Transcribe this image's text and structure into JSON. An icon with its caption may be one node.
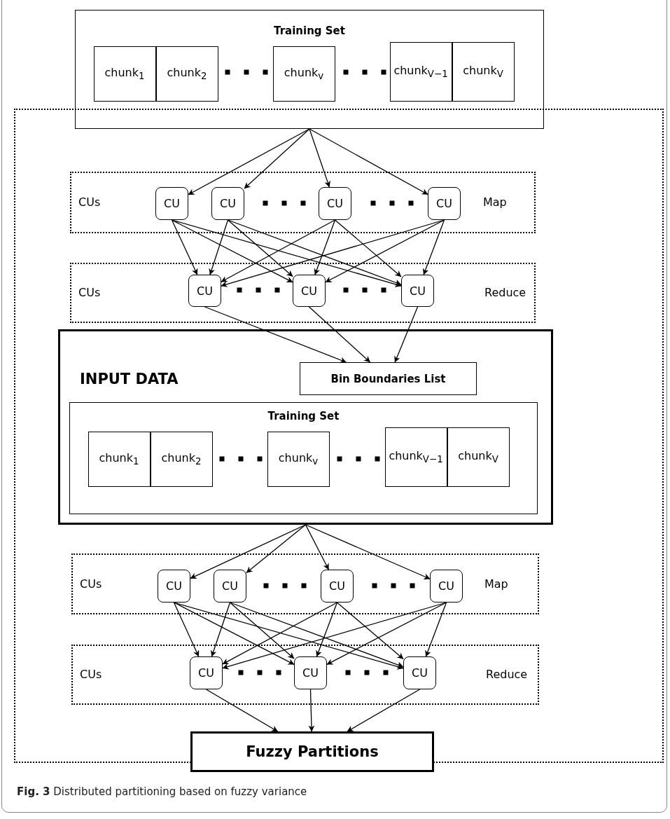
{
  "diagram": {
    "caption": "**Fig. 3** Distributed partitioning based on fuzzy variance",
    "nodes": [
      {
        "text": [
          "Training Set"
        ]
      },
      {
        "text": [
          "chunk$_{1}$"
        ],
        "in": 0
      },
      {
        "text": [
          "chunk$_{2}$"
        ],
        "in": 0
      },
      {
        "text": [
          "chunk$_{v}$"
        ],
        "in": 0
      },
      {
        "text": [
          "chunk$_{V−1}$"
        ],
        "in": 0
      },
      {
        "text": [
          "chunk$_{V}$"
        ],
        "in": 0
      },
      {
        "text": [],
        "shape": "box"
      },
      {
        "text": [
          "CUs",
          "Map"
        ],
        "in": 6
      },
      {
        "text": [
          "CU"
        ],
        "in": 7
      },
      {
        "text": [
          "CU"
        ],
        "in": 7
      },
      {
        "text": [
          "CU"
        ],
        "in": 7
      },
      {
        "text": [
          "CU"
        ],
        "in": 7
      },
      {
        "text": [
          "CUs",
          "Reduce"
        ],
        "in": 6
      },
      {
        "text": [
          "CU"
        ],
        "in": 12
      },
      {
        "text": [
          "CU"
        ],
        "in": 12
      },
      {
        "text": [
          "CU"
        ],
        "in": 12
      },
      {
        "text": [
          "INPUT DATA"
        ],
        "in": 6
      },
      {
        "text": [
          "Bin Boundaries List"
        ],
        "in": 16
      },
      {
        "text": [
          "Training Set"
        ],
        "in": 16
      },
      {
        "text": [
          "chunk$_{1}$"
        ],
        "in": 18
      },
      {
        "text": [
          "chunk$_{2}$"
        ],
        "in": 18
      },
      {
        "text": [
          "chunk$_{v}$"
        ],
        "in": 18
      },
      {
        "text": [
          "chunk$_{V−1}$"
        ],
        "in": 18
      },
      {
        "text": [
          "chunk$_{V}$"
        ],
        "in": 18
      },
      {
        "text": [
          "CUs",
          "Map"
        ],
        "in": 6
      },
      {
        "text": [
          "CU"
        ],
        "in": 24
      },
      {
        "text": [
          "CU"
        ],
        "in": 24
      },
      {
        "text": [
          "CU"
        ],
        "in": 24
      },
      {
        "text": [
          "CU"
        ],
        "in": 24
      },
      {
        "text": [
          "CUs",
          "Reduce"
        ],
        "in": 6
      },
      {
        "text": [
          "CU"
        ],
        "in": 29
      },
      {
        "text": [
          "CU"
        ],
        "in": 29
      },
      {
        "text": [
          "CU"
        ],
        "in": 29
      },
      {
        "text": [
          "Fuzzy Partitions"
        ],
        "in": 6
      }
    ],
    "edges": [
      {
        "from": 0,
        "to": 8,
        "arrow": "to"
      },
      {
        "from": 0,
        "to": 9,
        "arrow": "to"
      },
      {
        "from": 0,
        "to": 10,
        "arrow": "to"
      },
      {
        "from": 0,
        "to": 11,
        "arrow": "to"
      },
      {
        "from": 8,
        "to": 13,
        "arrow": "to"
      },
      {
        "from": 8,
        "to": 14,
        "arrow": "to"
      },
      {
        "from": 8,
        "to": 15,
        "arrow": "to"
      },
      {
        "from": 9,
        "to": 13,
        "arrow": "to"
      },
      {
        "from": 9,
        "to": 14,
        "arrow": "to"
      },
      {
        "from": 9,
        "to": 15,
        "arrow": "to"
      },
      {
        "from": 10,
        "to": 13,
        "arrow": "to"
      },
      {
        "from": 10,
        "to": 14,
        "arrow": "to"
      },
      {
        "from": 10,
        "to": 15,
        "arrow": "to"
      },
      {
        "from": 11,
        "to": 13,
        "arrow": "to"
      },
      {
        "from": 11,
        "to": 14,
        "arrow": "to"
      },
      {
        "from": 11,
        "to": 15,
        "arrow": "to"
      },
      {
        "from": 13,
        "to": 17,
        "arrow": "to"
      },
      {
        "from": 14,
        "to": 17,
        "arrow": "to"
      },
      {
        "from": 15,
        "to": 17,
        "arrow": "to"
      },
      {
        "from": 16,
        "to": 25,
        "arrow": "to"
      },
      {
        "from": 16,
        "to": 26,
        "arrow": "to"
      },
      {
        "from": 16,
        "to": 27,
        "arrow": "to"
      },
      {
        "from": 16,
        "to": 28,
        "arrow": "to"
      },
      {
        "from": 25,
        "to": 30,
        "arrow": "to"
      },
      {
        "from": 25,
        "to": 31,
        "arrow": "to"
      },
      {
        "from": 25,
        "to": 32,
        "arrow": "to"
      },
      {
        "from": 26,
        "to": 30,
        "arrow": "to"
      },
      {
        "from": 26,
        "to": 31,
        "arrow": "to"
      },
      {
        "from": 26,
        "to": 32,
        "arrow": "to"
      },
      {
        "from": 27,
        "to": 30,
        "arrow": "to"
      },
      {
        "from": 27,
        "to": 31,
        "arrow": "to"
      },
      {
        "from": 27,
        "to": 32,
        "arrow": "to"
      },
      {
        "from": 28,
        "to": 30,
        "arrow": "to"
      },
      {
        "from": 28,
        "to": 31,
        "arrow": "to"
      },
      {
        "from": 28,
        "to": 32,
        "arrow": "to"
      },
      {
        "from": 30,
        "to": 33,
        "arrow": "to"
      },
      {
        "from": 31,
        "to": 33,
        "arrow": "to"
      },
      {
        "from": 32,
        "to": 33,
        "arrow": "to"
      }
    ]
  }
}
